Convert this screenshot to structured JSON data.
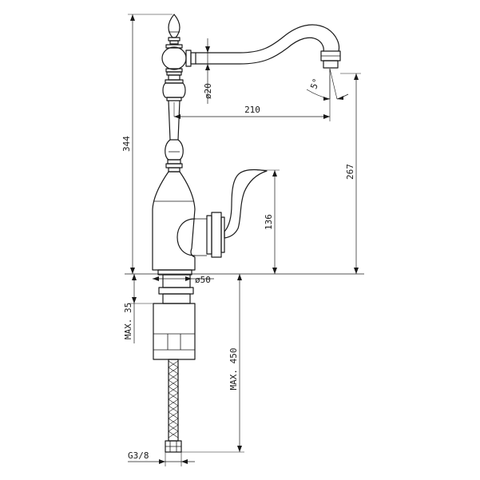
{
  "colors": {
    "line": "#1a1a1a",
    "background": "#ffffff"
  },
  "dimensions": {
    "total_height": "344",
    "spout_outlet_height": "267",
    "spout_reach": "210",
    "lever_height": "136",
    "shank_diameter": "ø20",
    "base_diameter": "ø50",
    "spout_angle": "5°",
    "max_deck_thickness": "MAX. 35",
    "hose_length": "MAX. 450",
    "connection_thread": "G3/8"
  }
}
